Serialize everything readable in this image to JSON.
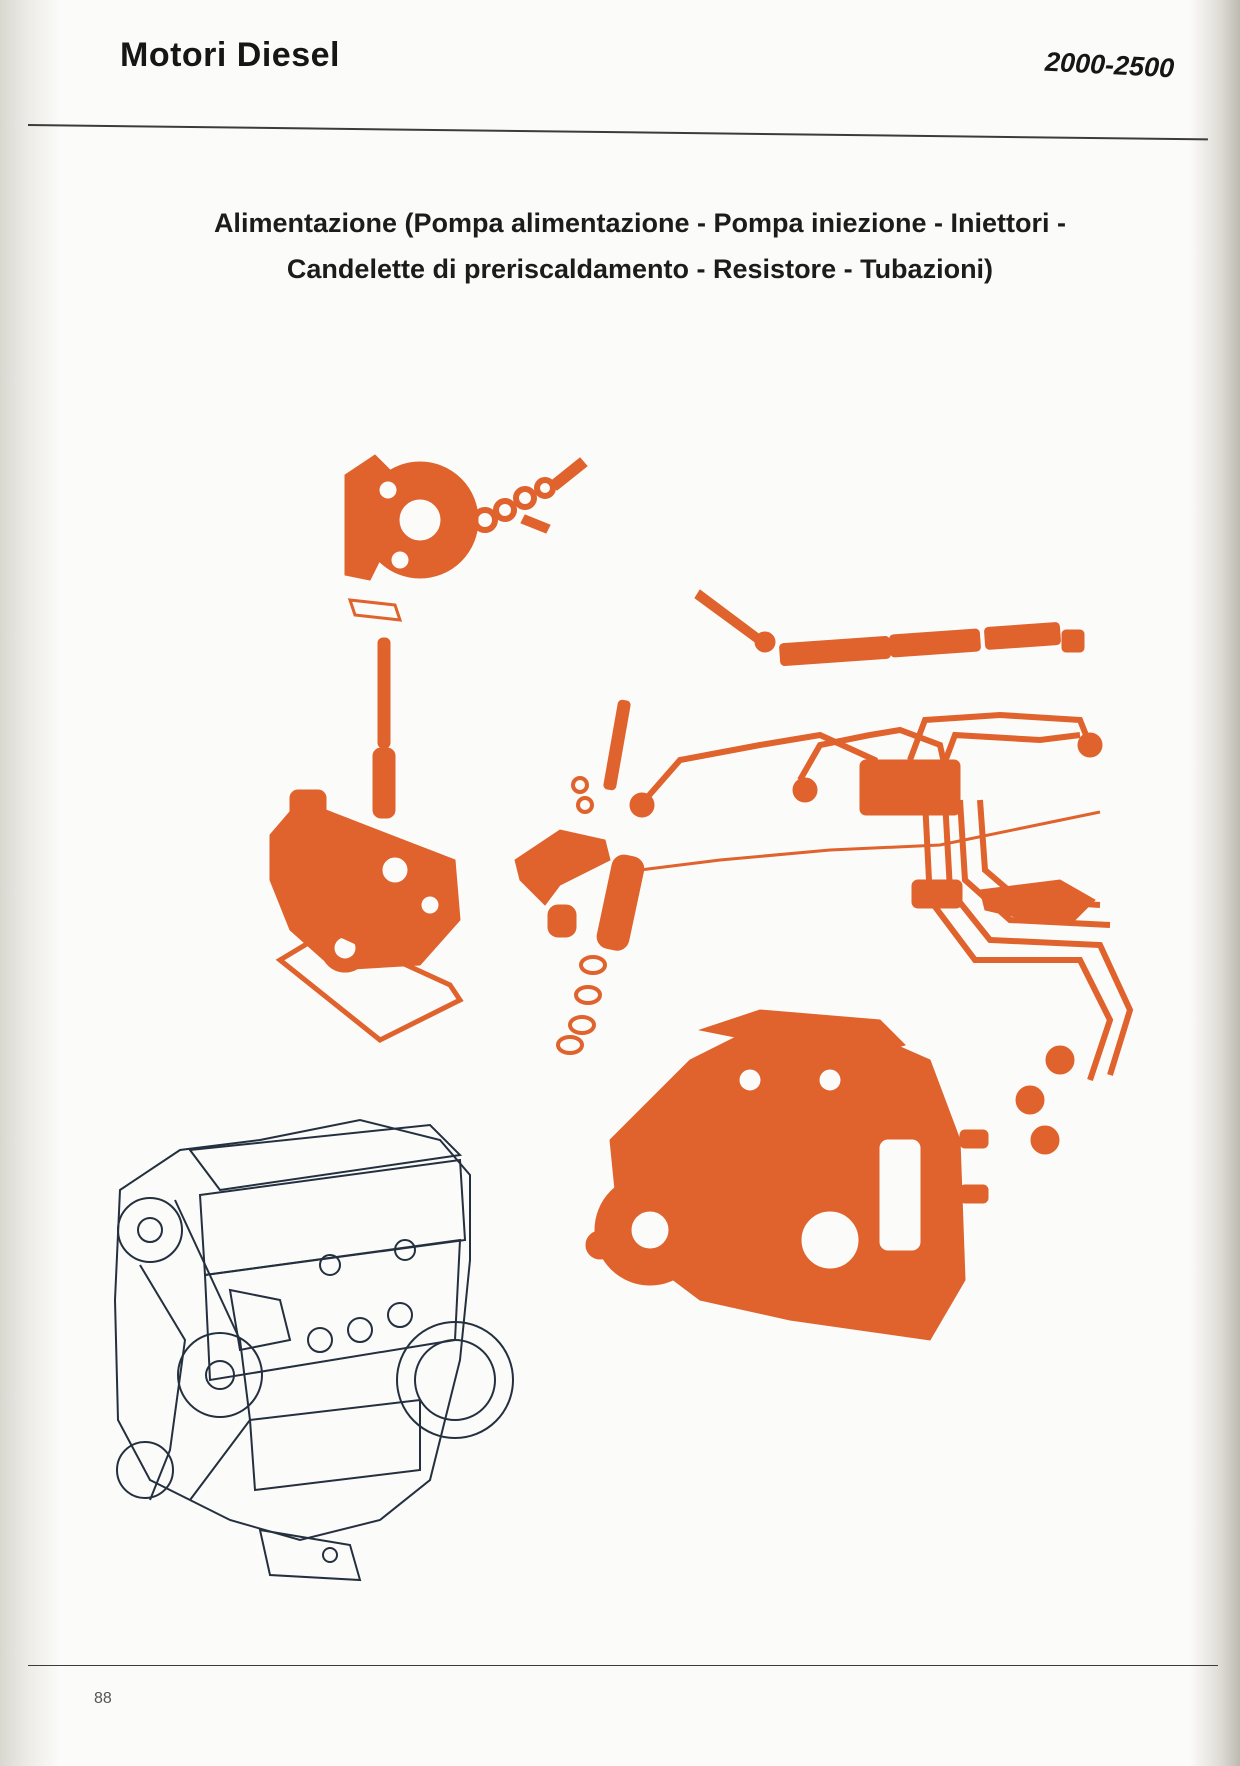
{
  "header": {
    "title": "Motori Diesel",
    "model_range": "2000-2500"
  },
  "section": {
    "title_line1": "Alimentazione (Pompa alimentazione - Pompa iniezione - Iniettori -",
    "title_line2": "Candelette di preriscaldamento - Resistore - Tubazioni)"
  },
  "illustration": {
    "highlight_color": "#e0622c",
    "engine_line_color": "#24303f"
  },
  "footer": {
    "page_number": "88"
  }
}
